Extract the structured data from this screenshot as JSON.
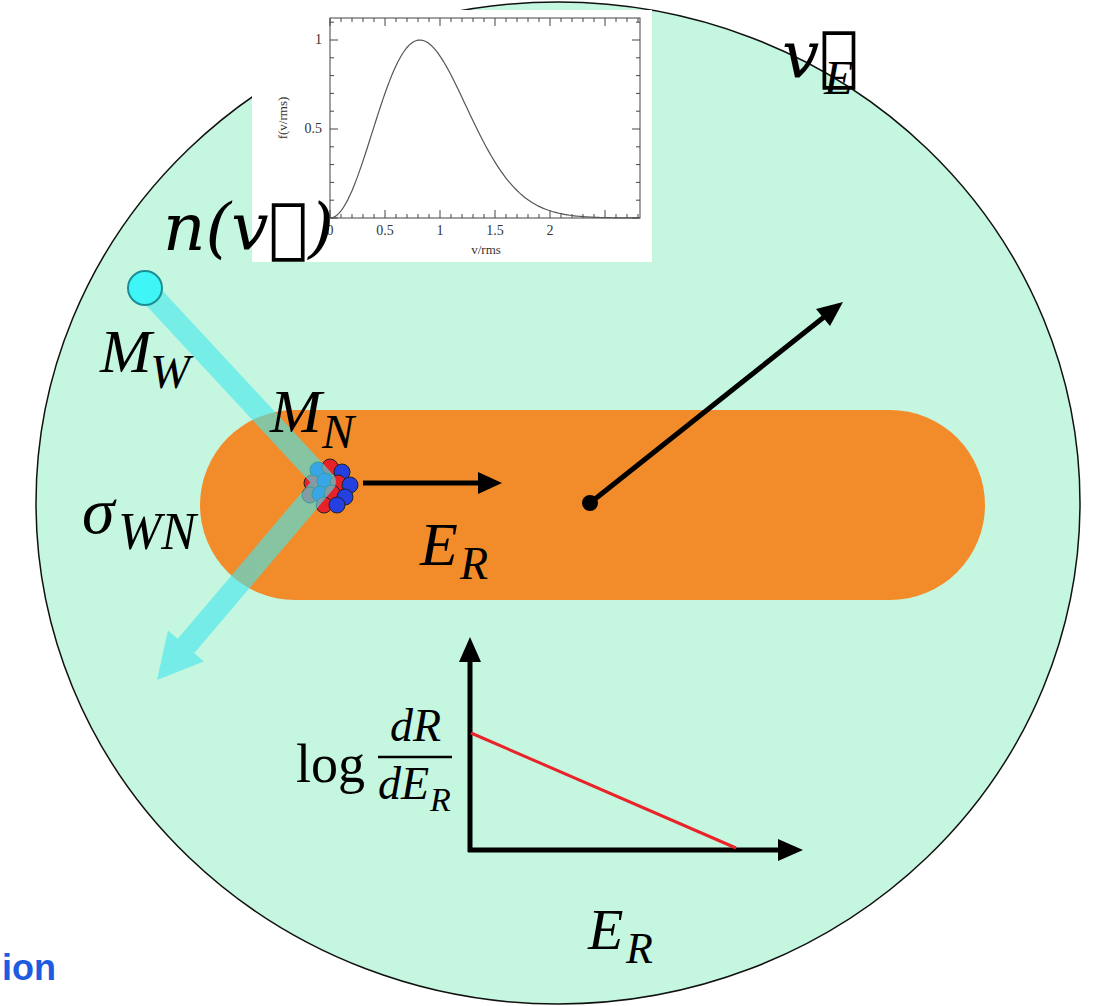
{
  "diagram": {
    "nodes": [
      {
        "text": [
          "E",
          "R"
        ]
      }
    ],
    "labels": [
      "1",
      "0.5",
      "0",
      "0.5",
      "1",
      "1.5",
      "2",
      "f(v/rms)",
      "v/rms",
      "n(v⃗)",
      "v⃗",
      "E",
      "M",
      "W",
      "M",
      "N",
      "σ",
      "WN",
      "log",
      "dR",
      "dE",
      "R",
      "E",
      "R",
      "ion"
    ]
  }
}
